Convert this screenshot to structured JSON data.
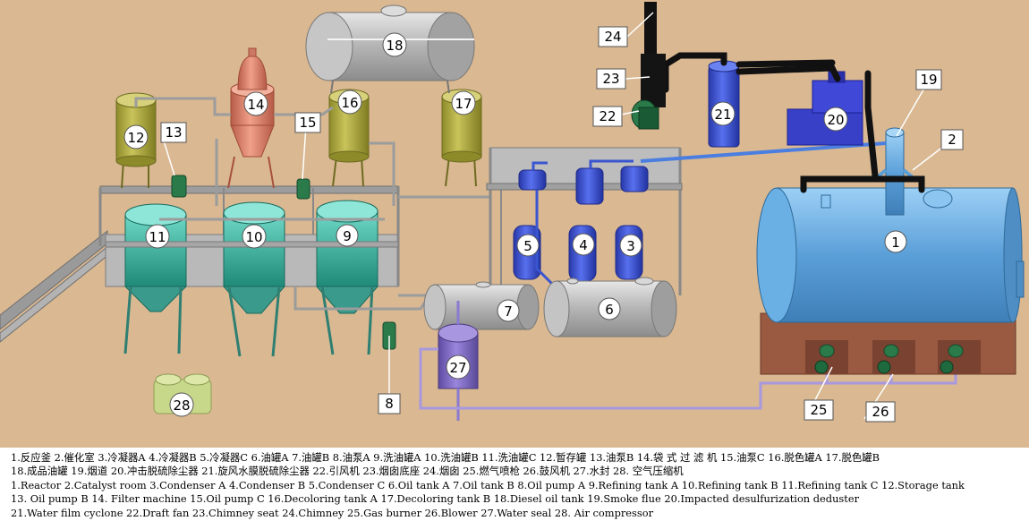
{
  "colors": {
    "ground": "#d9b892",
    "reactor": "#5b9fd8",
    "brick": "#9a5a42",
    "steel": "#a8a8a8",
    "teal": "#3a9a8c",
    "olive": "#a7a23a",
    "blue": "#3a55d0",
    "chimney": "#111111",
    "purple": "#7a62c0",
    "copper": "#d8806a"
  },
  "numbers": [
    "1",
    "2",
    "3",
    "4",
    "5",
    "6",
    "7",
    "8",
    "9",
    "10",
    "11",
    "12",
    "13",
    "14",
    "15",
    "16",
    "17",
    "18",
    "19",
    "20",
    "21",
    "22",
    "23",
    "24",
    "25",
    "26",
    "27",
    "28"
  ],
  "legend": {
    "cn_line1": "1.反应釜  2.催化室  3.冷凝器A  4.冷凝器B  5.冷凝器C  6.油罐A  7.油罐B  8.油泵A  9.洗油罐A 10.洗油罐B 11.洗油罐C 12.暂存罐 13.油泵B 14.袋 式 过 滤 机 15.油泵C 16.脱色罐A 17.脱色罐B",
    "cn_line2": "18.成品油罐 19.烟道 20.冲击脱硫除尘器 21.旋风水膜脱硫除尘器 22.引风机 23.烟囱底座 24.烟囱 25.燃气喷枪 26.鼓风机 27.水封 28. 空气压缩机",
    "en_line1": "1.Reactor 2.Catalyst room 3.Condenser A 4.Condenser B 5.Condenser C 6.Oil tank A 7.Oil tank B 8.Oil pump A 9.Refining tank A 10.Refining tank B 11.Refining tank C 12.Storage tank",
    "en_line2": "13. Oil pump B 14. Filter machine  15.Oil pump C 16.Decoloring tank A 17.Decoloring tank B 18.Diesel oil tank 19.Smoke flue 20.Impacted desulfurization deduster",
    "en_line3": "21.Water film cyclone 22.Draft fan 23.Chimney seat 24.Chimney 25.Gas burner 26.Blower 27.Water seal 28. Air compressor"
  }
}
